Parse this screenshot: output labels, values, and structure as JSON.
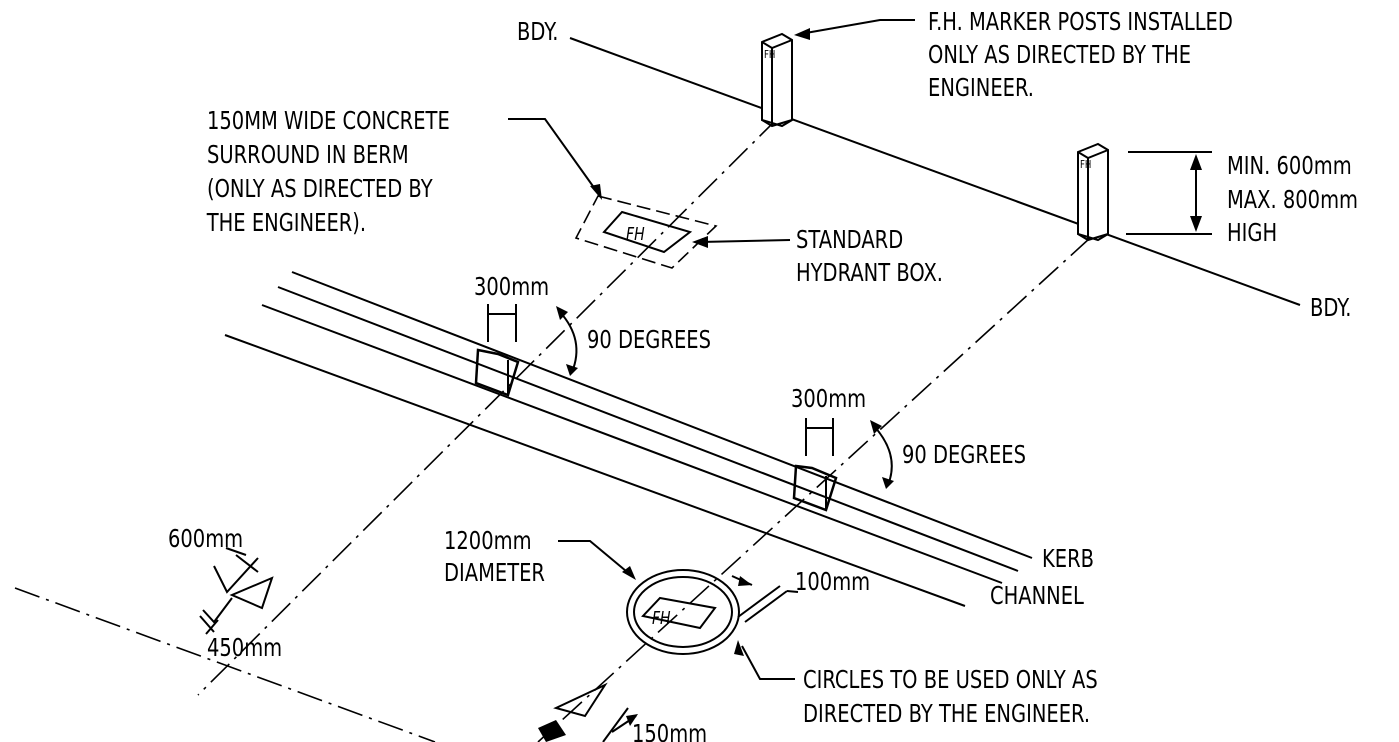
{
  "labels": {
    "bdy_top": "BDY.",
    "bdy_right": "BDY.",
    "marker_posts": [
      "F.H. MARKER POSTS INSTALLED",
      "ONLY AS DIRECTED BY THE",
      "ENGINEER."
    ],
    "concrete_surround": [
      "150MM WIDE CONCRETE",
      "SURROUND IN BERM",
      "(ONLY AS DIRECTED BY",
      "THE ENGINEER)."
    ],
    "hydrant_box": [
      "STANDARD",
      "HYDRANT BOX."
    ],
    "height": [
      "MIN. 600mm",
      "MAX. 800mm",
      "HIGH"
    ],
    "dim_300_left": "300mm",
    "dim_300_right": "300mm",
    "deg_90_left": "90 DEGREES",
    "deg_90_right": "90 DEGREES",
    "kerb": "KERB",
    "channel": "CHANNEL",
    "diameter": [
      "1200mm",
      "DIAMETER"
    ],
    "dim_100": "100mm",
    "dim_600": "600mm",
    "dim_450": "450mm",
    "dim_150": "150mm",
    "circles_note": [
      "CIRCLES TO BE USED ONLY AS",
      "DIRECTED BY THE ENGINEER."
    ],
    "fh": "FH"
  },
  "colors": {
    "ink": "#000000",
    "paper": "#ffffff"
  }
}
